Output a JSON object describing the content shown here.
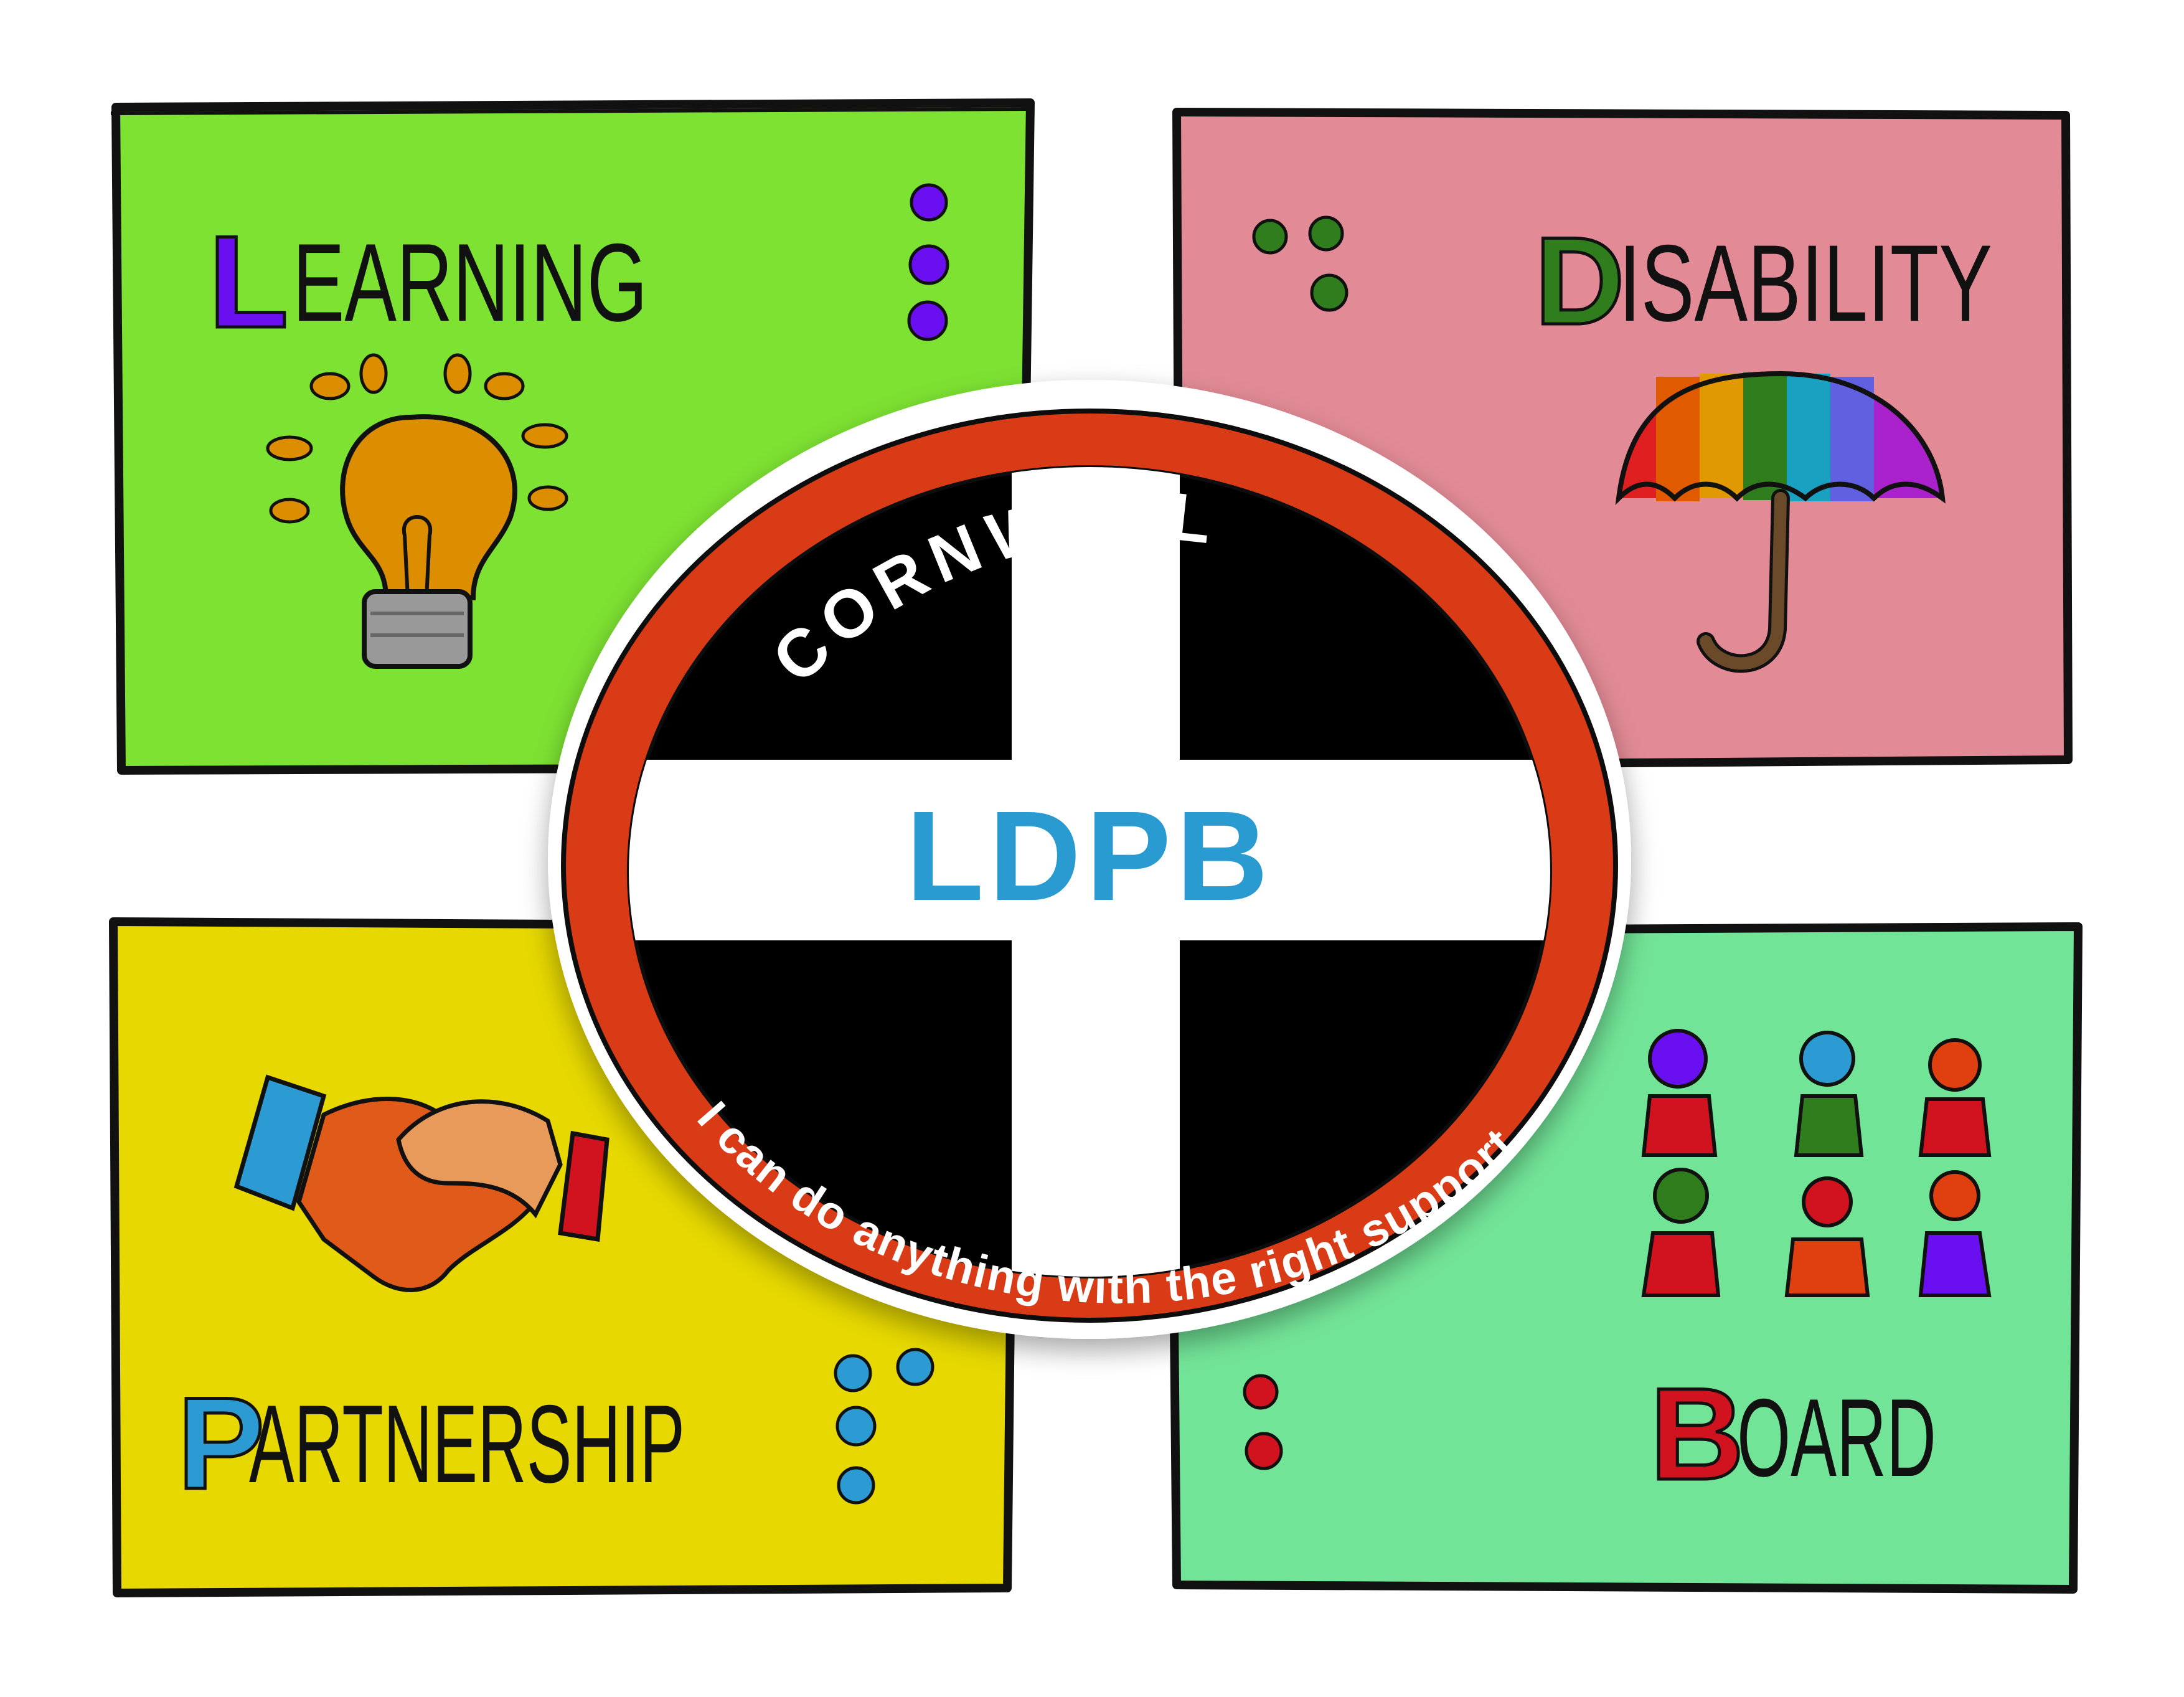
{
  "colors": {
    "learning_bg": "#7de232",
    "disability_bg": "#e28b96",
    "partnership_bg": "#e6d800",
    "board_bg": "#72e497",
    "ring": "#d83a12",
    "flag_black": "#000000",
    "flag_white": "#ffffff",
    "ldpb_blue": "#2a9bd1",
    "purple": "#6a10f0",
    "green": "#2f7d1c",
    "red": "#d0131e",
    "blue": "#2c9bd4"
  },
  "words": {
    "learning": {
      "initial": "L",
      "rest": "EARNING"
    },
    "disability": {
      "initial": "D",
      "rest": "ISABILITY"
    },
    "partnership": {
      "initial": "P",
      "rest": "ARTNERSHIP"
    },
    "board": {
      "initial": "B",
      "rest": "OARD"
    }
  },
  "badge": {
    "top_text": "CORNWALL",
    "center_text": "LDPB",
    "bottom_text": "I can do anything with the right support"
  },
  "icons": {
    "learning": "lightbulb-icon",
    "disability": "rainbow-umbrella-icon",
    "partnership": "handshake-icon",
    "board": "people-group-icon"
  }
}
